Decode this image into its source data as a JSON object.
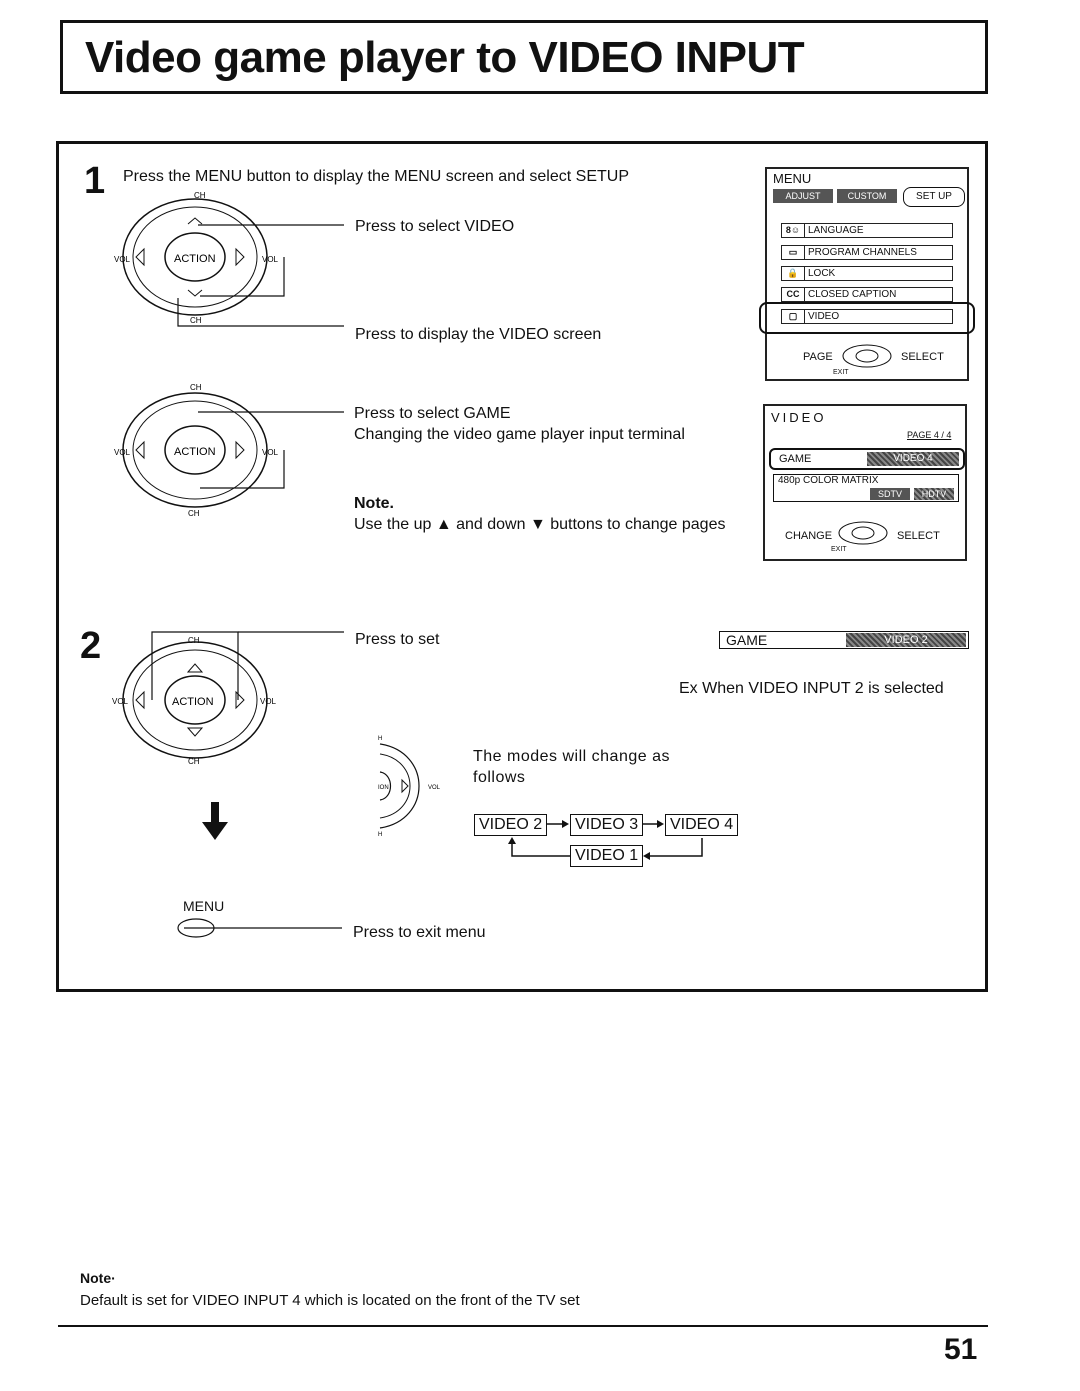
{
  "title": "Video game player to VIDEO INPUT",
  "step1": {
    "number": "1",
    "instruction": "Press the MENU button to display the MENU screen and select SETUP",
    "remote_labels": {
      "ch": "CH",
      "vol": "VOL",
      "action": "ACTION"
    },
    "callout_select_video": "Press to select VIDEO",
    "callout_display_video": "Press to display the VIDEO screen",
    "callout_select_game": "Press to select  GAME",
    "callout_changing": "Changing the video game player input terminal",
    "note_heading": "Note.",
    "note_text": "Use the up ▲ and down ▼ buttons to change pages"
  },
  "menu_screen": {
    "title": "MENU",
    "tabs": [
      "ADJUST",
      "CUSTOM",
      "SET UP"
    ],
    "items": [
      {
        "icon": "language-icon",
        "badge": "8☺",
        "label": "LANGUAGE"
      },
      {
        "icon": "tv-icon",
        "badge": "▭",
        "label": "PROGRAM CHANNELS"
      },
      {
        "icon": "lock-icon",
        "badge": "🔒",
        "label": "LOCK"
      },
      {
        "icon": "cc-icon",
        "badge": "CC",
        "label": "CLOSED CAPTION"
      },
      {
        "icon": "video-icon",
        "badge": "▢",
        "label": "VIDEO"
      }
    ],
    "footer_left": "PAGE",
    "footer_right": "SELECT",
    "footer_exit": "EXIT"
  },
  "video_screen": {
    "title": "VIDEO",
    "page": "PAGE 4 / 4",
    "row1_label": "GAME",
    "row1_value": "VIDEO 4",
    "row2_label": "480p COLOR MATRIX",
    "row2_opt1": "SDTV",
    "row2_opt2": "HDTV",
    "footer_left": "CHANGE",
    "footer_right": "SELECT",
    "footer_exit": "EXIT"
  },
  "step2": {
    "number": "2",
    "callout_set": "Press to set",
    "game_bar_label": "GAME",
    "game_bar_value": "VIDEO 2",
    "example": "Ex  When VIDEO INPUT 2 is selected",
    "modes_text": "The modes will change as follows",
    "flow": [
      "VIDEO 2",
      "VIDEO 3",
      "VIDEO 4",
      "VIDEO 1"
    ],
    "menu_label": "MENU",
    "exit_text": "Press to exit menu"
  },
  "footer": {
    "note_heading": "Note·",
    "note_text": "Default is set for VIDEO INPUT 4 which is located on the front of the TV set",
    "page_number": "51"
  }
}
